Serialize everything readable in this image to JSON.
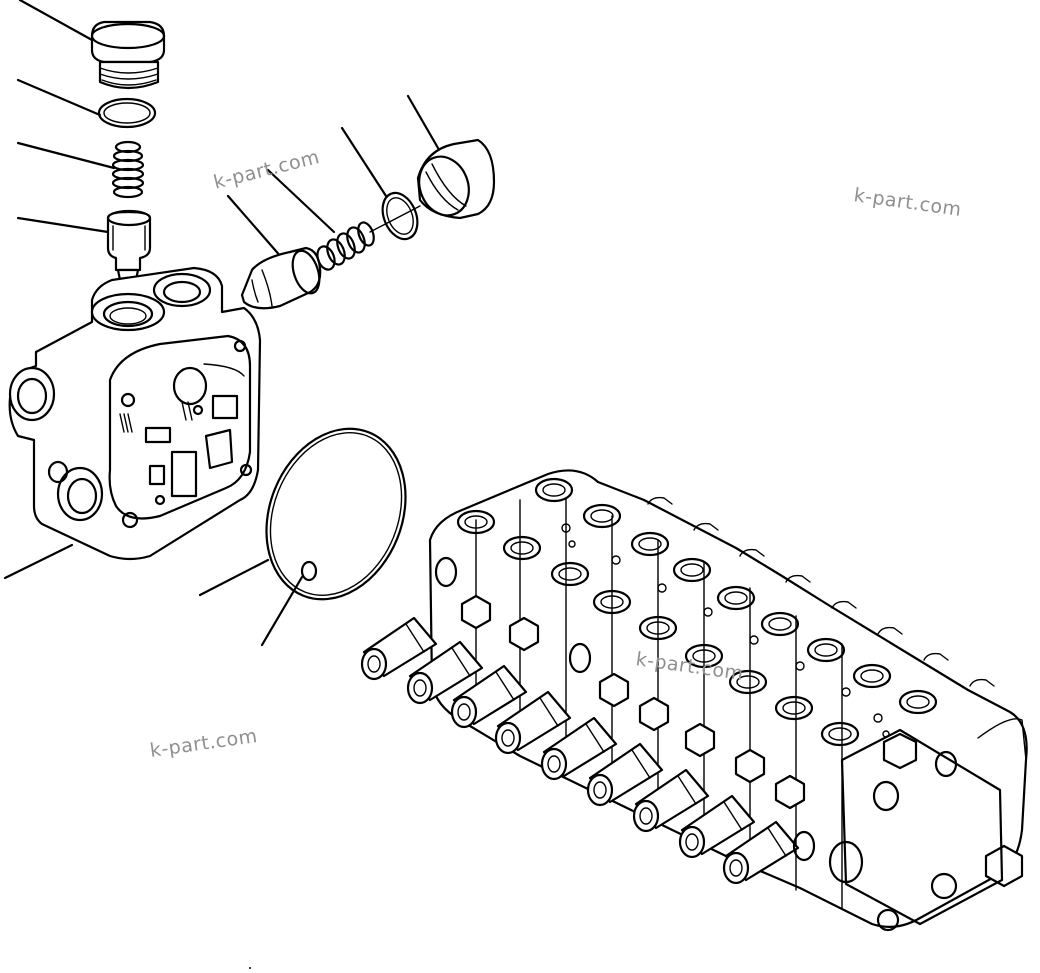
{
  "diagram": {
    "watermarks": [
      "k-part.com",
      "k-part.com",
      "k-part.com",
      "k-part.com"
    ]
  }
}
